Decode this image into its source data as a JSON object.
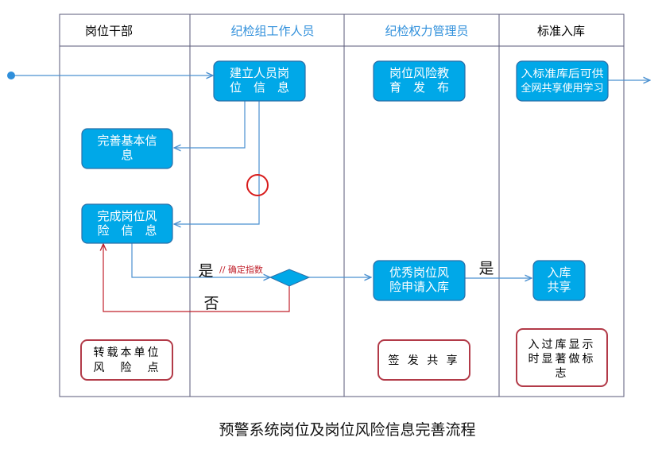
{
  "lanes": [
    {
      "title": "岗位干部",
      "color": "#000000"
    },
    {
      "title": "纪检组工作人员",
      "color": "#2f8fdb"
    },
    {
      "title": "纪检权力管理员",
      "color": "#2f8fdb"
    },
    {
      "title": "标准入库",
      "color": "#000000"
    }
  ],
  "nodes": {
    "create_info": [
      "建立人员岗",
      "位　信　息"
    ],
    "risk_edu": [
      "岗位风险教",
      "育　发　布"
    ],
    "library": [
      "入标准库后可供",
      "全网共享使用学习"
    ],
    "basic_info": [
      "完善基本信",
      "息"
    ],
    "risk_info": [
      "完成岗位风",
      "险　信　息"
    ],
    "excellent": [
      "优秀岗位风",
      "险申请入库"
    ],
    "share": [
      "入库",
      "共享"
    ]
  },
  "notes": {
    "reprint": [
      "转载本单位",
      "风　险　点"
    ],
    "sign": [
      "签 发 共 享"
    ],
    "mark": [
      "入过库显示",
      "时显著做标",
      "志"
    ]
  },
  "labels": {
    "yes1": "是",
    "yes2": "是",
    "no": "否",
    "index_note": "// 确定指数"
  },
  "caption": "预警系统岗位及岗位风险信息完善流程",
  "colors": {
    "node_fill": "#00a8e8",
    "node_stroke": "#2a6fa8",
    "arrow": "#4a90d0",
    "note_stroke": "#b23a48",
    "loop_line": "#c0202b",
    "index_note": "#c0202b",
    "grid": "#5a5a7a"
  }
}
